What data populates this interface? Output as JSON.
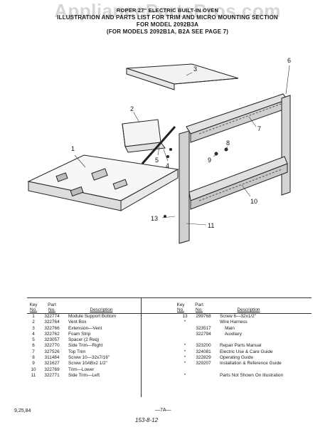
{
  "watermark": "AppliancePartsPros.com",
  "header": {
    "line1": "ROPER 27\" ELECTRIC BUILT-IN OVEN",
    "line2": "ILLUSTRATION AND PARTS LIST FOR TRIM AND MICRO MOUNTING SECTION",
    "line3": "FOR MODEL 2092B3A",
    "line4": "(FOR MODELS 2092B1A, B2A SEE PAGE 7)"
  },
  "callouts": [
    "1",
    "2",
    "3",
    "4",
    "5",
    "6",
    "7",
    "8",
    "9",
    "10",
    "11",
    "13"
  ],
  "table_headers": {
    "key_top": "Key",
    "key_bottom": "No.",
    "part_top": "Part",
    "part_bottom": "No.",
    "description": "Description"
  },
  "parts_left": [
    {
      "key": "1",
      "part": "322774",
      "desc": "Module Support Bottom"
    },
    {
      "key": "2",
      "part": "322764",
      "desc": "Vent Box"
    },
    {
      "key": "3",
      "part": "322766",
      "desc": "Extension—Vent"
    },
    {
      "key": "4",
      "part": "322762",
      "desc": "Foam Strip"
    },
    {
      "key": "5",
      "part": "323057",
      "desc": "Spacer (2 Req)"
    },
    {
      "key": "6",
      "part": "322770",
      "desc": "Side Trim—Right"
    },
    {
      "key": "7",
      "part": "327526",
      "desc": "Top Trim"
    },
    {
      "key": "8",
      "part": "311484",
      "desc": "Screw 10—32x7/16\""
    },
    {
      "key": "9",
      "part": "321627",
      "desc": "Screw 10ABx2 1/2\""
    },
    {
      "key": "10",
      "part": "322769",
      "desc": "Trim—Lower"
    },
    {
      "key": "11",
      "part": "322771",
      "desc": "Side Trim—Left"
    }
  ],
  "parts_right": [
    {
      "key": "13",
      "part": "299768",
      "desc": "Screw 6—32x1/2\""
    },
    {
      "key": "*",
      "part": "",
      "desc": "Wire Harness"
    },
    {
      "key": "",
      "part": "323517",
      "desc": "    Main"
    },
    {
      "key": "",
      "part": "322794",
      "desc": "    Auxiliary"
    },
    {
      "key": "",
      "part": "",
      "desc": ""
    },
    {
      "key": "*",
      "part": "323200",
      "desc": "Repair Parts Manual"
    },
    {
      "key": "*",
      "part": "324081",
      "desc": "Electric Use & Care Guide"
    },
    {
      "key": "*",
      "part": "322829",
      "desc": "Operating Guide"
    },
    {
      "key": "*",
      "part": "329207",
      "desc": "Installation & Reference Guide"
    },
    {
      "key": "",
      "part": "",
      "desc": ""
    },
    {
      "key": "*",
      "part": "",
      "desc": "Parts Not Shown On Illustration"
    }
  ],
  "footer": {
    "date": "9,25,84",
    "page": "—7A—",
    "handwritten": "153-8-12"
  }
}
